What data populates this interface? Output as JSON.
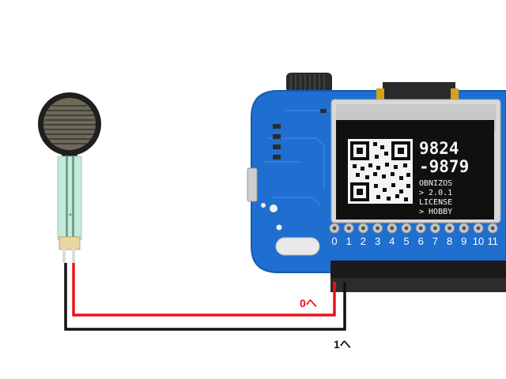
{
  "board": {
    "pin_numbers": [
      "0",
      "1",
      "2",
      "3",
      "4",
      "5",
      "6",
      "7",
      "8",
      "9",
      "10",
      "11"
    ],
    "oled": {
      "device_id_line1": "9824",
      "device_id_line2": "-9879",
      "os_name": "OBNIZOS",
      "os_version": " > 2.0.1",
      "license_label": "LICENSE",
      "license_value": " > HOBBY"
    }
  },
  "wiring": {
    "wire_red": {
      "label": "0へ",
      "color": "#e8141b"
    },
    "wire_black": {
      "label": "1へ",
      "color": "#111111"
    }
  },
  "colors": {
    "board_blue": "#1e6fd0",
    "board_edge": "#165bb0",
    "sensor_pad": "#2a2a2a",
    "sensor_strip": "#bfe4d3",
    "gold": "#d9a11a",
    "header_black": "#1b1b1b"
  }
}
